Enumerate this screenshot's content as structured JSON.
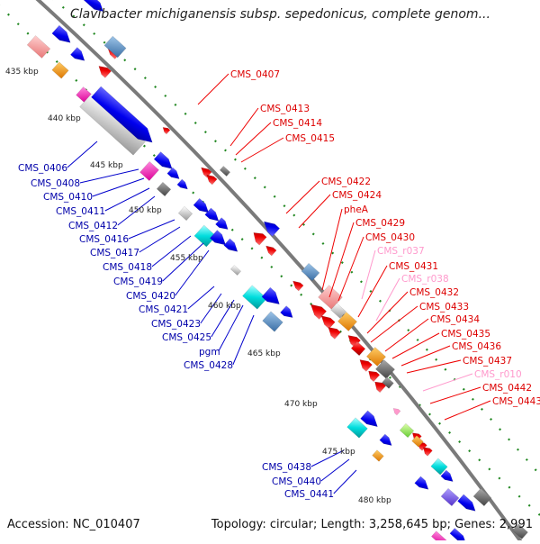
{
  "title": "Clavibacter michiganensis subsp. sepedonicus, complete genom...",
  "accession": "Accession: NC_010407",
  "summary": "Topology: circular; Length: 3,258,645 bp; Genes: 2,991",
  "colors": {
    "forward_cds": "#0000ff",
    "reverse_cds": "#ff0000",
    "rna": "#ff99cc",
    "backbone": "#888888",
    "gc_tick": "#228822"
  },
  "kbp_ticks": [
    "435 kbp",
    "440 kbp",
    "445 kbp",
    "450 kbp",
    "455 kbp",
    "460 kbp",
    "465 kbp",
    "470 kbp",
    "475 kbp",
    "480 kbp"
  ],
  "left_labels": [
    {
      "text": "CMS_0406"
    },
    {
      "text": "CMS_0408"
    },
    {
      "text": "CMS_0410"
    },
    {
      "text": "CMS_0411"
    },
    {
      "text": "CMS_0412"
    },
    {
      "text": "CMS_0416"
    },
    {
      "text": "CMS_0417"
    },
    {
      "text": "CMS_0418"
    },
    {
      "text": "CMS_0419"
    },
    {
      "text": "CMS_0420"
    },
    {
      "text": "CMS_0421"
    },
    {
      "text": "CMS_0423"
    },
    {
      "text": "CMS_0425"
    },
    {
      "text": "pgm"
    },
    {
      "text": "CMS_0428"
    },
    {
      "text": "CMS_0438"
    },
    {
      "text": "CMS_0440"
    },
    {
      "text": "CMS_0441"
    }
  ],
  "right_labels": [
    {
      "text": "CMS_0407",
      "kind": "cds"
    },
    {
      "text": "CMS_0413",
      "kind": "cds"
    },
    {
      "text": "CMS_0414",
      "kind": "cds"
    },
    {
      "text": "CMS_0415",
      "kind": "cds"
    },
    {
      "text": "CMS_0422",
      "kind": "cds"
    },
    {
      "text": "CMS_0424",
      "kind": "cds"
    },
    {
      "text": "pheA",
      "kind": "cds"
    },
    {
      "text": "CMS_0429",
      "kind": "cds"
    },
    {
      "text": "CMS_0430",
      "kind": "cds"
    },
    {
      "text": "CMS_r037",
      "kind": "rna"
    },
    {
      "text": "CMS_0431",
      "kind": "cds"
    },
    {
      "text": "CMS_r038",
      "kind": "rna"
    },
    {
      "text": "CMS_0432",
      "kind": "cds"
    },
    {
      "text": "CMS_0433",
      "kind": "cds"
    },
    {
      "text": "CMS_0434",
      "kind": "cds"
    },
    {
      "text": "CMS_0435",
      "kind": "cds"
    },
    {
      "text": "CMS_0436",
      "kind": "cds"
    },
    {
      "text": "CMS_0437",
      "kind": "cds"
    },
    {
      "text": "CMS_r010",
      "kind": "rna"
    },
    {
      "text": "CMS_0442",
      "kind": "cds"
    },
    {
      "text": "CMS_0443",
      "kind": "cds"
    }
  ]
}
